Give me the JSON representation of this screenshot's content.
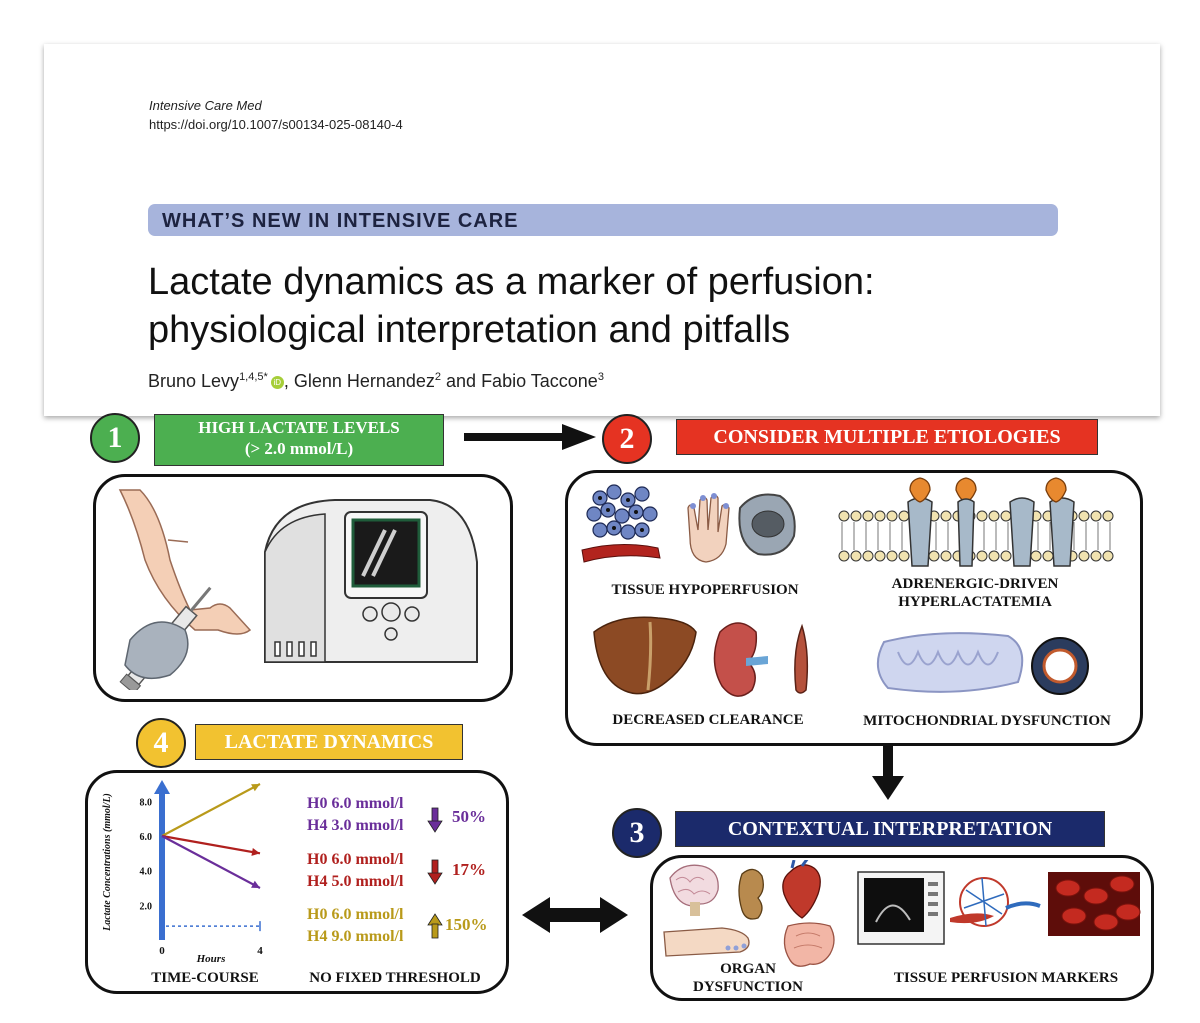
{
  "paper": {
    "journal": "Intensive Care Med",
    "doi": "https://doi.org/10.1007/s00134-025-08140-4",
    "section_banner": "WHAT’S NEW IN INTENSIVE CARE",
    "title_line1": "Lactate dynamics as a marker of perfusion:",
    "title_line2": "physiological interpretation and pitfalls",
    "authors": {
      "a1": "Bruno Levy",
      "a1_sup": "1,4,5*",
      "a2": ", Glenn Hernandez",
      "a2_sup": "2",
      "a3": " and Fabio Taccone",
      "a3_sup": "3",
      "orcid_label": "iD"
    }
  },
  "steps": {
    "s1": {
      "number": "1",
      "line1": "HIGH LACTATE LEVELS",
      "line2": "(> 2.0 mmol/L)",
      "color": "#4caf50"
    },
    "s2": {
      "number": "2",
      "label": "CONSIDER MULTIPLE ETIOLOGIES",
      "color": "#e53322"
    },
    "s3": {
      "number": "3",
      "label": "CONTEXTUAL INTERPRETATION",
      "color": "#1b2a6b"
    },
    "s4": {
      "number": "4",
      "label": "LACTATE DYNAMICS",
      "color": "#f2c230"
    }
  },
  "etiologies": {
    "tissue_hypoperfusion": "TISSUE HYPOPERFUSION",
    "adrenergic_line1": "ADRENERGIC-DRIVEN",
    "adrenergic_line2": "HYPERLACTATEMIA",
    "decreased_clearance": "DECREASED CLEARANCE",
    "mitochondrial": "MITOCHONDRIAL DYSFUNCTION"
  },
  "context": {
    "organ_line1": "ORGAN",
    "organ_line2": "DYSFUNCTION",
    "perfusion_markers": "TISSUE PERFUSION MARKERS"
  },
  "dynamics": {
    "time_course": "TIME-COURSE",
    "no_threshold": "NO FIXED THRESHOLD",
    "rows": [
      {
        "h0": "H0 6.0 mmol/l",
        "h4": "H4 3.0 mmol/l",
        "pct": "50%",
        "direction": "down",
        "color": "#6a2e9a"
      },
      {
        "h0": "H0 6.0 mmol/l",
        "h4": "H4 5.0 mmol/l",
        "pct": "17%",
        "direction": "down",
        "color": "#b0201e"
      },
      {
        "h0": "H0 6.0 mmol/l",
        "h4": "H4 9.0 mmol/l",
        "pct": "150%",
        "direction": "up",
        "color": "#b99a1a"
      }
    ]
  },
  "chart_data": {
    "type": "line",
    "ylabel": "Lactate Concentrations (mmol/L)",
    "xlabel": "Hours",
    "x": [
      0,
      4
    ],
    "x_ticks": [
      "0",
      "4"
    ],
    "y_ticks": [
      "2.0",
      "4.0",
      "6.0",
      "8.0"
    ],
    "ylim": [
      0,
      9
    ],
    "reference_line": 0.8,
    "series": [
      {
        "values": [
          6.0,
          9.0
        ],
        "color": "#b99a1a"
      },
      {
        "values": [
          6.0,
          5.0
        ],
        "color": "#b0201e"
      },
      {
        "values": [
          6.0,
          3.0
        ],
        "color": "#6a2e9a"
      }
    ]
  }
}
